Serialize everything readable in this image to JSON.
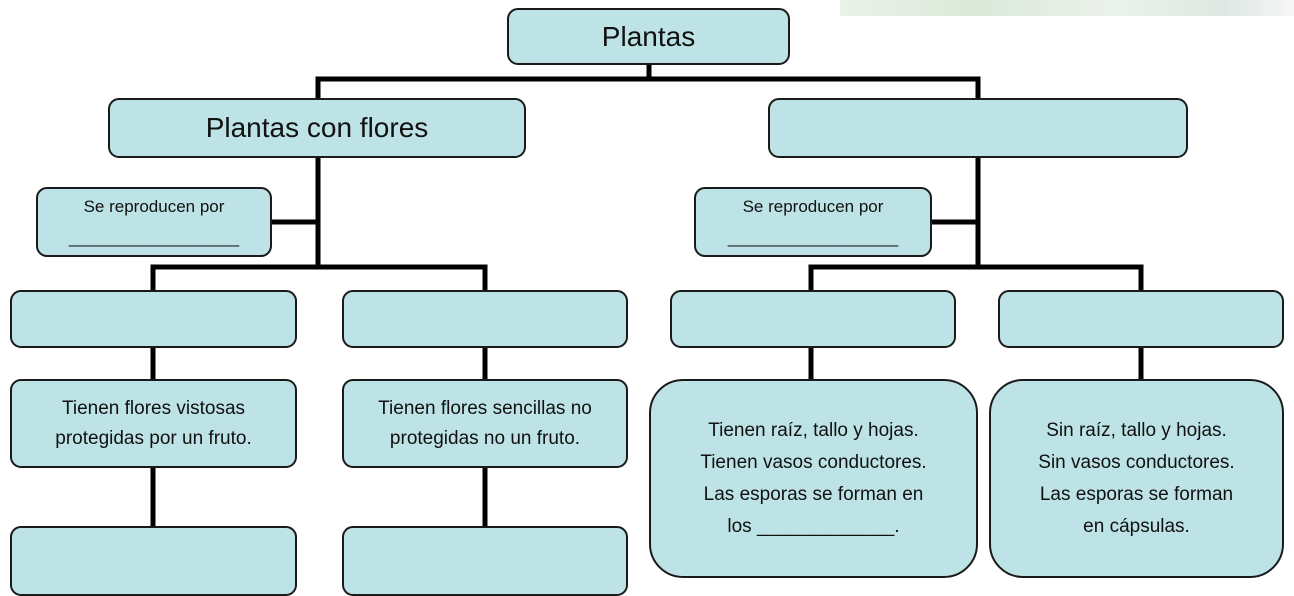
{
  "root": {
    "label": "Plantas"
  },
  "left": {
    "label": "Plantas con flores",
    "reproduce": {
      "line1": "Se reproducen por",
      "line2": "__________________"
    },
    "child_a": {
      "label": "",
      "desc": [
        "Tienen flores vistosas",
        "protegidas por un fruto."
      ],
      "bottom": ""
    },
    "child_b": {
      "label": "",
      "desc": [
        "Tienen flores sencillas no",
        "protegidas no un fruto."
      ],
      "bottom": ""
    }
  },
  "right": {
    "label": "",
    "reproduce": {
      "line1": "Se reproducen por",
      "line2": "__________________"
    },
    "child_a": {
      "label": "",
      "desc": [
        "Tienen raíz, tallo y hojas.",
        "Tienen vasos conductores.",
        "Las esporas se forman en",
        "los _____________."
      ]
    },
    "child_b": {
      "label": "",
      "desc": [
        "Sin raíz, tallo y hojas.",
        "Sin vasos conductores.",
        "Las esporas se forman",
        "en cápsulas."
      ]
    }
  },
  "colors": {
    "box_fill": "#bde3e6",
    "stroke": "#1a1a1a"
  }
}
